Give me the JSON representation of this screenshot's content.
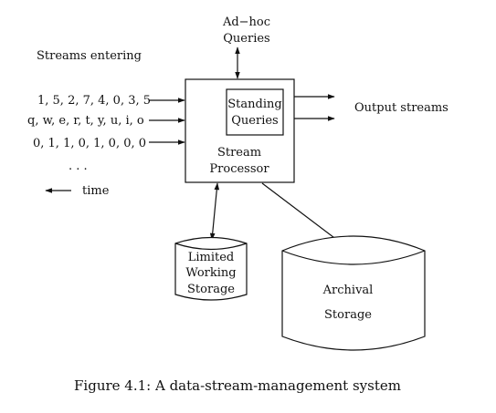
{
  "title": "Figure 4.1: A data-stream-management system",
  "streams_heading": "Streams entering",
  "streams": [
    "1, 5, 2, 7, 4, 0, 3, 5",
    "q, w, e, r, t, y, u, i, o",
    "0, 1, 1, 0, 1, 0, 0, 0"
  ],
  "streams_ellipsis": ". . .",
  "time_label": "time",
  "adhoc": [
    "Ad−hoc",
    "Queries"
  ],
  "standing": [
    "Standing",
    "Queries"
  ],
  "processor": [
    "Stream",
    "Processor"
  ],
  "output_label": "Output streams",
  "limited_storage": [
    "Limited",
    "Working",
    "Storage"
  ],
  "archival_storage": [
    "Archival",
    "Storage"
  ]
}
